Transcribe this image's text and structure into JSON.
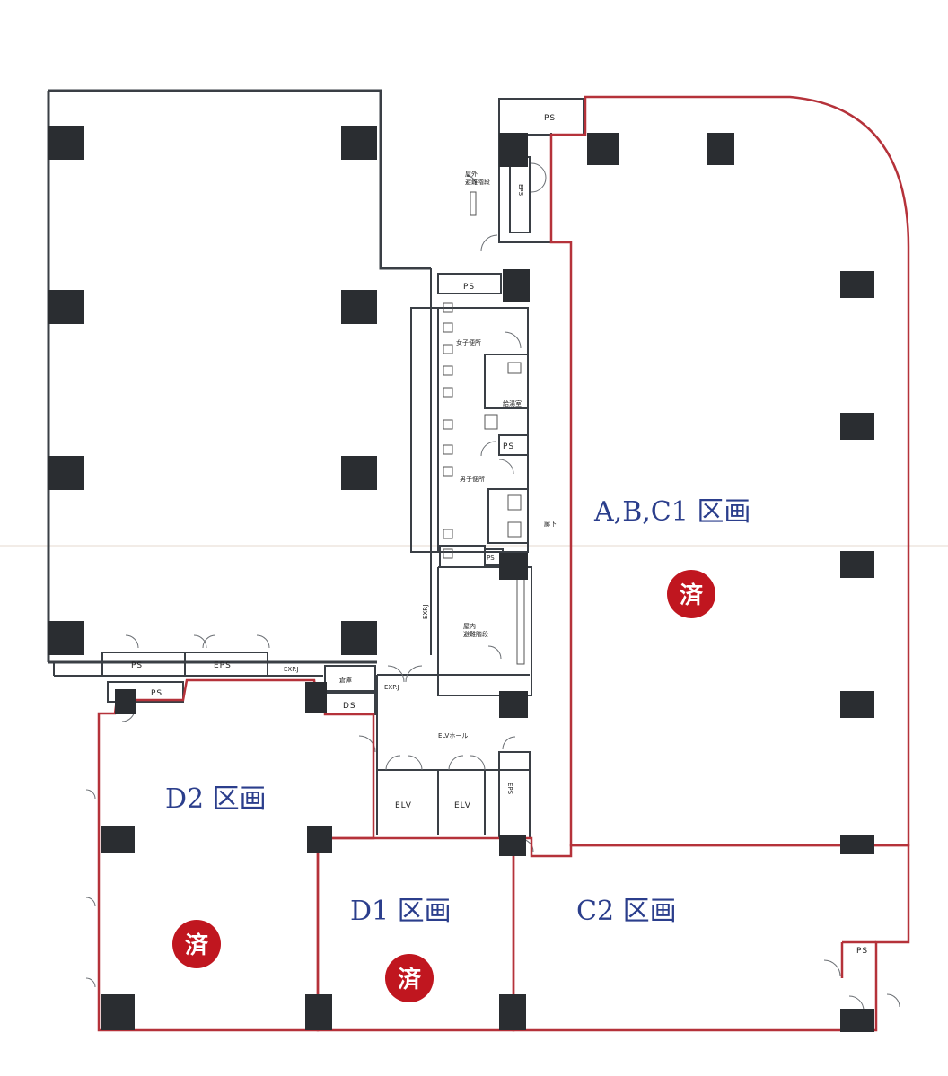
{
  "zones": {
    "abc1": "A,B,C1 区画",
    "d2": "D2 区画",
    "d1": "D1 区画",
    "c2": "C2 区画"
  },
  "stamp_char": "済",
  "rooms": {
    "ps_top": "PS",
    "eps_top": "EPS",
    "stair_top": "屋外\n避難階段",
    "ps_core": "PS",
    "womens_wc": "女子便所",
    "janitor": "給湯室",
    "ps_mid": "PS",
    "mens_wc": "男子便所",
    "ps_small": "PS",
    "stair_core": "屋内\n避難階段",
    "ps_left": "PS",
    "eps_left": "EPS",
    "exp_j": "EXP.J",
    "storage": "倉庫",
    "ps_lower": "PS",
    "ds": "DS",
    "elv_hall": "ELVホール",
    "elv1": "ELV",
    "elv2": "ELV",
    "eps_bottom": "EPS",
    "ps_c2": "PS",
    "corridor": "廊下",
    "exp_j2": "EXP.J",
    "exp_j3": "EXP.J"
  },
  "colors": {
    "wall": "#3a3f45",
    "zone_border": "#b5323a",
    "zone_label": "#2b3e8c",
    "stamp": "#c0161f",
    "column": "#2a2d31"
  }
}
